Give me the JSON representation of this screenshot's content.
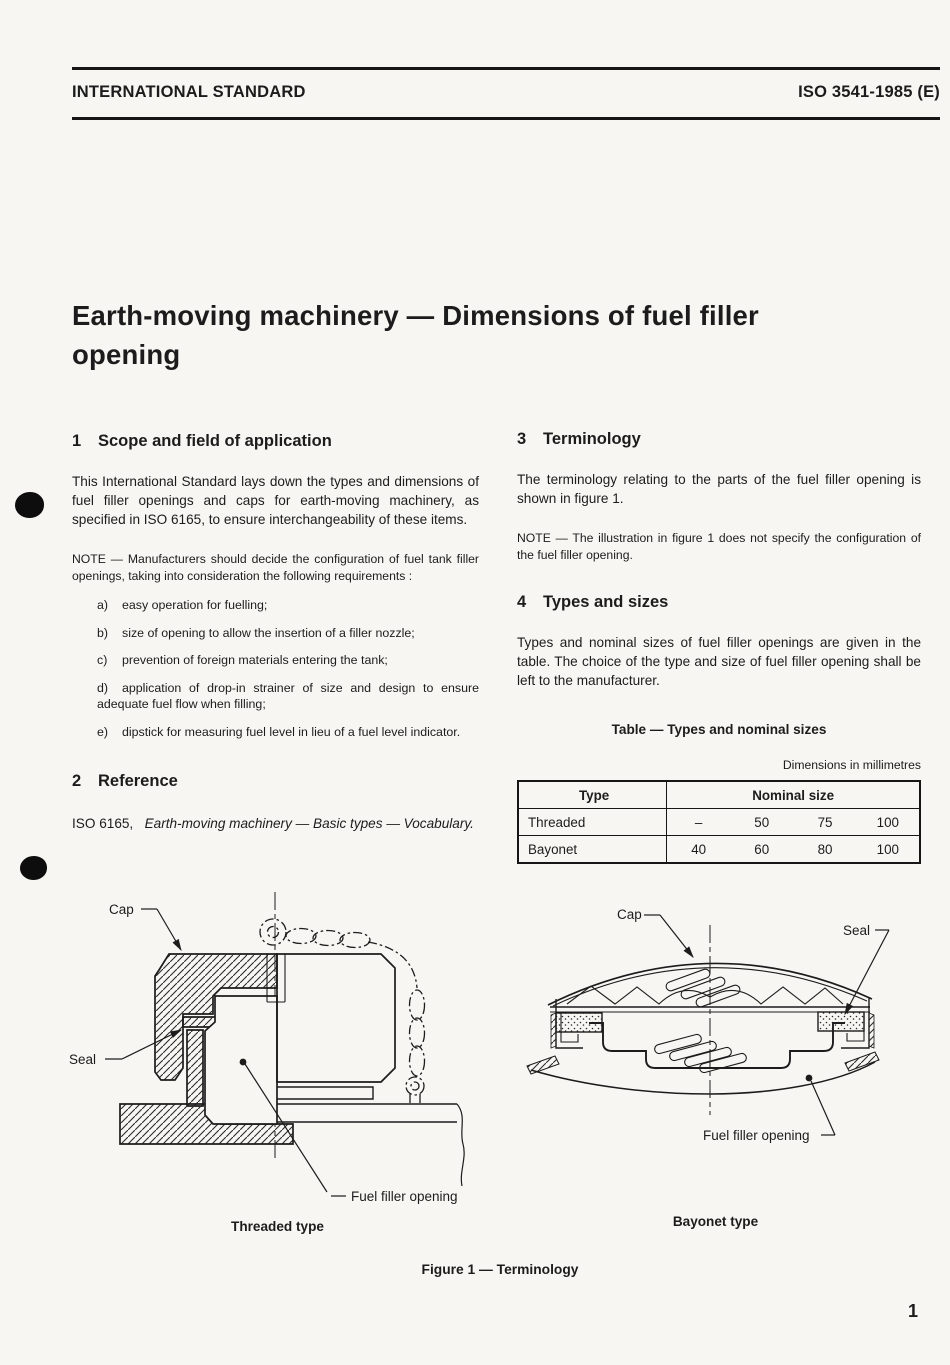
{
  "header": {
    "left": "INTERNATIONAL STANDARD",
    "right": "ISO 3541-1985 (E)"
  },
  "title": "Earth-moving machinery — Dimensions of fuel filler opening",
  "scope": {
    "num": "1",
    "heading": "Scope and field of application",
    "para": "This International Standard lays down the types and dimensions of fuel filler openings and caps for earth-moving machinery, as specified in ISO 6165, to ensure interchangeability of these items.",
    "note": "NOTE — Manufacturers should decide the configuration of fuel tank filler openings, taking into consideration the following requirements :",
    "items": [
      {
        "label": "a)",
        "text": "easy operation for fuelling;"
      },
      {
        "label": "b)",
        "text": "size of opening to allow the insertion of a filler nozzle;"
      },
      {
        "label": "c)",
        "text": "prevention of foreign materials entering the tank;"
      },
      {
        "label": "d)",
        "text": "application of drop-in strainer of size and design to ensure adequate fuel flow when filling;"
      },
      {
        "label": "e)",
        "text": "dipstick for measuring fuel level in lieu of a fuel level indicator."
      }
    ]
  },
  "reference": {
    "num": "2",
    "heading": "Reference",
    "ref_code": "ISO 6165,",
    "ref_title": "Earth-moving machinery — Basic types — Vocabulary."
  },
  "terminology": {
    "num": "3",
    "heading": "Terminology",
    "para": "The terminology relating to the parts of the fuel filler opening is shown in figure 1.",
    "note": "NOTE — The illustration in figure 1 does not specify the configuration of the fuel filler opening."
  },
  "types_sizes": {
    "num": "4",
    "heading": "Types and sizes",
    "para": "Types and nominal sizes of fuel filler openings are given in the table. The choice of the type and size of fuel filler opening shall be left to the manufacturer.",
    "table": {
      "title": "Table — Types and nominal sizes",
      "units": "Dimensions in millimetres",
      "col_type": "Type",
      "col_nominal": "Nominal size",
      "rows": [
        {
          "type": "Threaded",
          "s1": "–",
          "s2": "50",
          "s3": "75",
          "s4": "100"
        },
        {
          "type": "Bayonet",
          "s1": "40",
          "s2": "60",
          "s3": "80",
          "s4": "100"
        }
      ]
    }
  },
  "figure": {
    "caption": "Figure 1 — Terminology",
    "threaded": {
      "caption": "Threaded type",
      "cap": "Cap",
      "seal": "Seal",
      "opening": "Fuel filler opening"
    },
    "bayonet": {
      "caption": "Bayonet type",
      "cap": "Cap",
      "seal": "Seal",
      "opening": "Fuel filler opening"
    }
  },
  "page_number": "1",
  "colors": {
    "paper": "#f7f6f2",
    "ink": "#1c1c1c"
  }
}
